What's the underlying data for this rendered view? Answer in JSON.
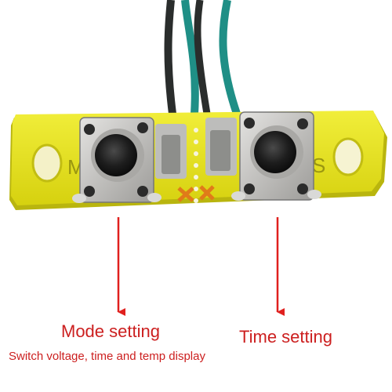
{
  "photo": {
    "board_silk_left": "M",
    "board_silk_right": "S"
  },
  "captions": {
    "mode_title": "Mode setting",
    "mode_subtitle": "Switch voltage, time and temp display",
    "time_title": "Time setting"
  },
  "colors": {
    "board": "#e6e21a",
    "board_shadow": "#b9b50e",
    "wire_black": "#2a2d2c",
    "wire_green": "#1f8f86",
    "button_body": "#c9c8c6",
    "button_cap": "#1d1d1d",
    "arrow": "#e0201e",
    "caption": "#cc1f1f"
  }
}
